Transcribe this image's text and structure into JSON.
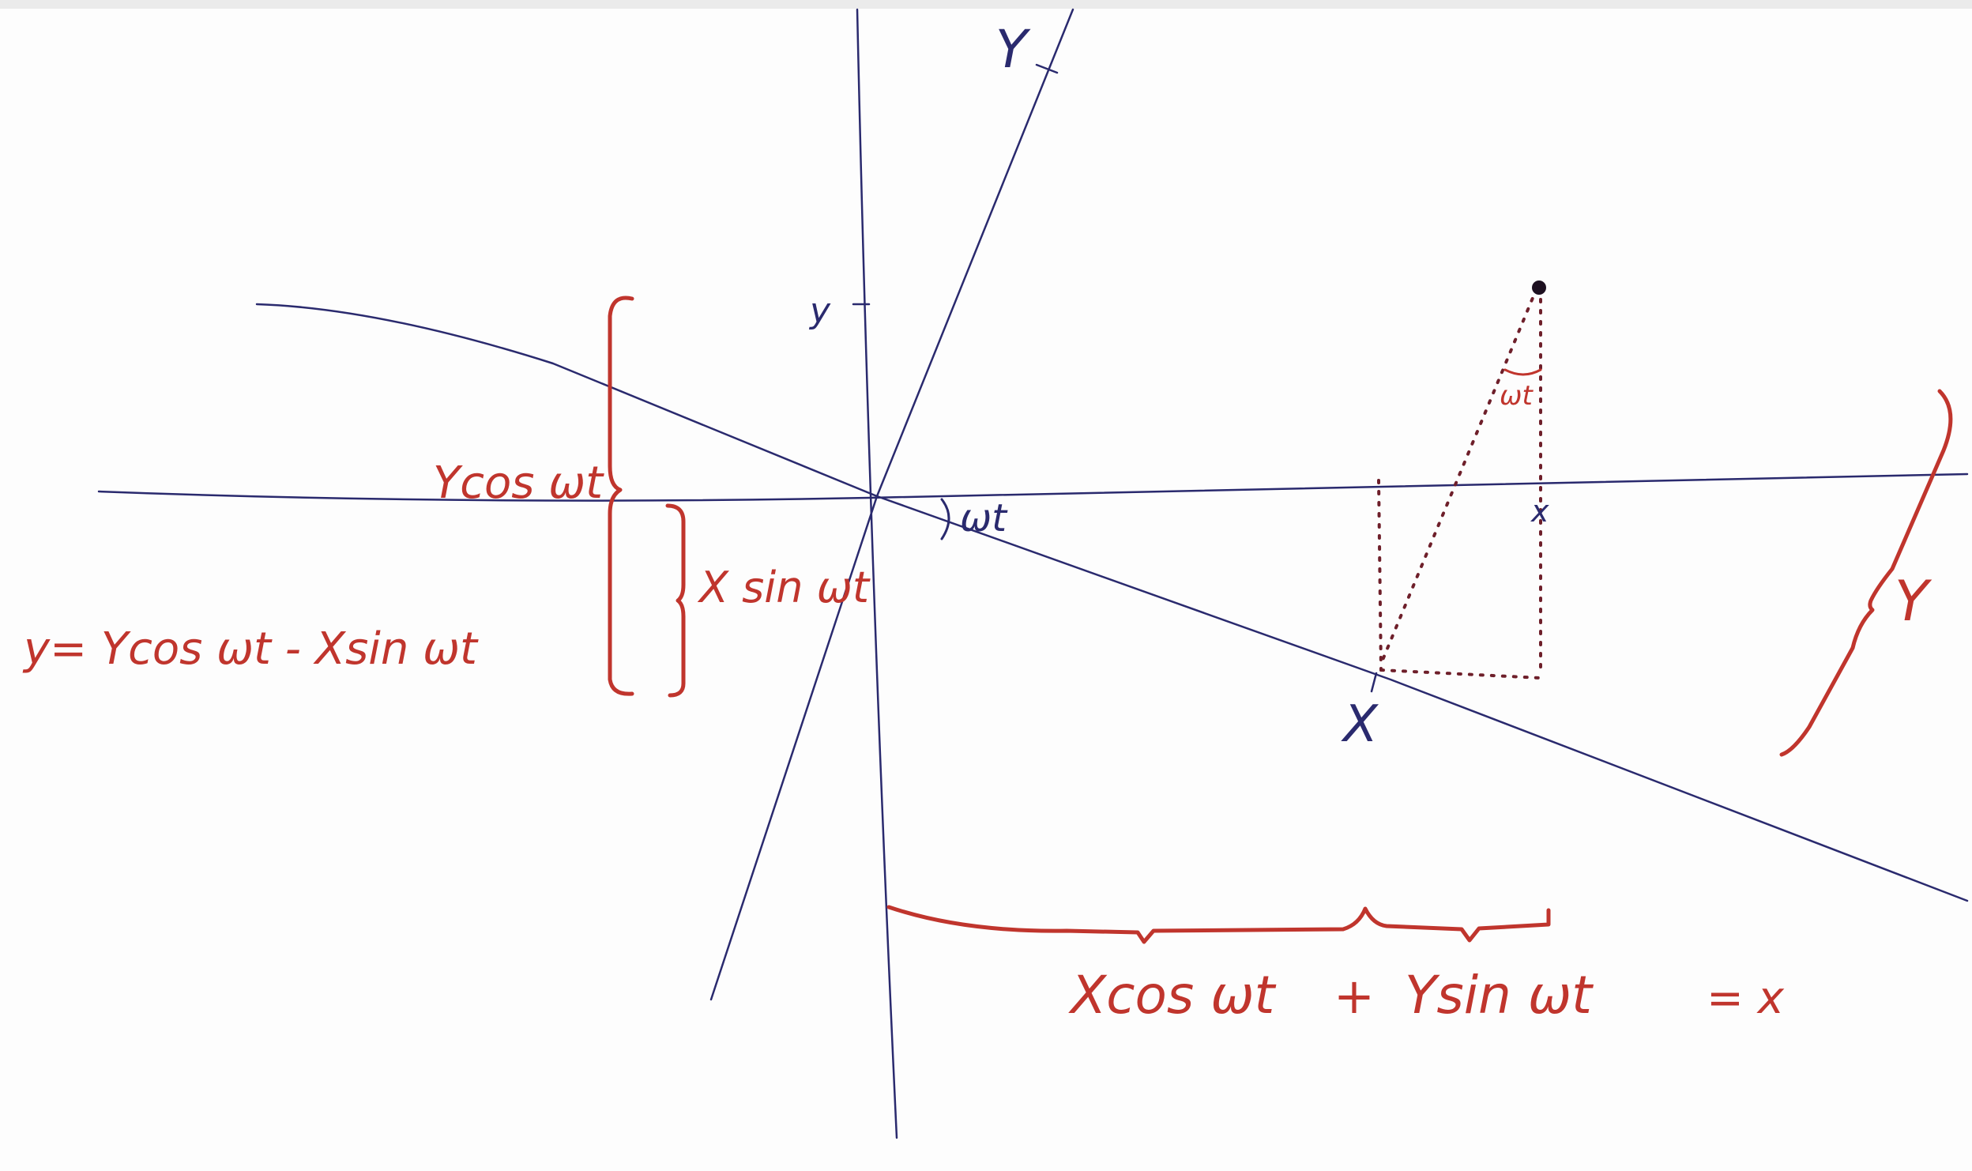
{
  "labels": {
    "y_tick": "y",
    "x_tick": "x",
    "rot_x_axis": "X",
    "rot_y_axis": "Y",
    "angle_main": "ωt",
    "angle_point": "ωt",
    "y_cos": "Ycos ωt",
    "x_sin": "X sin ωt",
    "y_equation": "y= Ycos ωt - Xsin ωt",
    "x_equation_left": "Xcos ωt",
    "x_equation_plus": "+",
    "x_equation_right": "Ysin ωt",
    "x_equation_result": "= x",
    "big_y": "Y"
  },
  "colors": {
    "blue_ink": "#2a2a6e",
    "red_ink": "#c0352d",
    "dotted": "#6e1f2a"
  }
}
